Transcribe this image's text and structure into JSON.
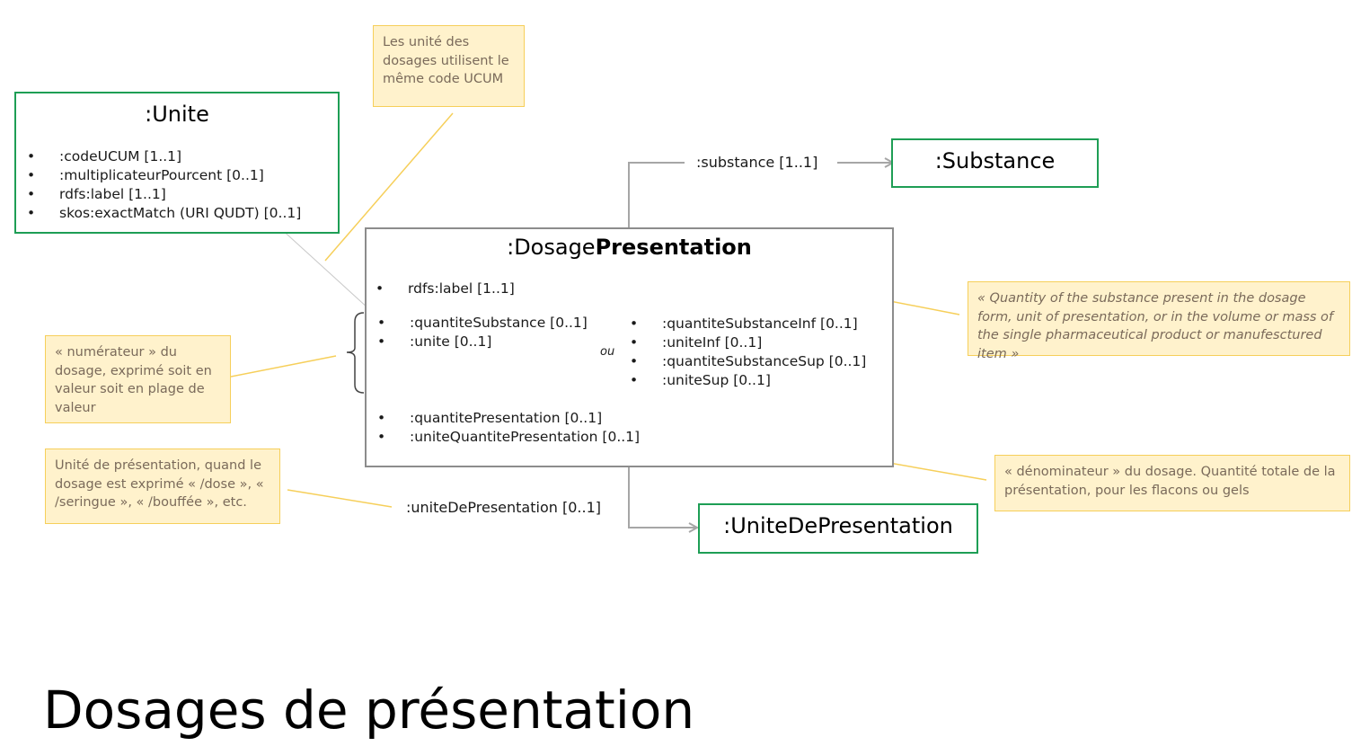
{
  "slide_title": "Dosages de présentation",
  "unite": {
    "title": ":Unite",
    "items": [
      ":codeUCUM [1..1]",
      ":multiplicateurPourcent [0..1]",
      "rdfs:label [1..1]",
      "skos:exactMatch (URI QUDT) [0..1]"
    ]
  },
  "substance": {
    "title": ":Substance"
  },
  "dosage": {
    "title_prefix": ":Dosage",
    "title_bold": "Presentation",
    "label_item": "rdfs:label [1..1]",
    "left_items": [
      ":quantiteSubstance [0..1]",
      ":unite [0..1]"
    ],
    "or_label": "ou",
    "right_items": [
      ":quantiteSubstanceInf [0..1]",
      ":uniteInf [0..1]",
      ":quantiteSubstanceSup [0..1]",
      ":uniteSup [0..1]"
    ],
    "bottom_items": [
      ":quantitePresentation [0..1]",
      ":uniteQuantitePresentation [0..1]"
    ]
  },
  "unite_presentation": {
    "title": ":UniteDePresentation"
  },
  "edges": {
    "substance_label": ":substance [1..1]",
    "unite_presentation_label": ":uniteDePresentation [0..1]"
  },
  "notes": {
    "ucum": "Les unité des dosages utilisent le même code UCUM",
    "numerateur": "« numérateur » du dosage, exprimé soit en valeur soit en plage de valeur",
    "unite_presentation": "Unité de présentation, quand le dosage est exprimé « /dose », « /seringue », « /bouffée », etc.",
    "quantity": "« Quantity of the substance present in the dosage form, unit of presentation, or in the volume or mass of the single pharmaceutical product or manufesctured item »",
    "denominateur": "« dénominateur » du dosage. Quantité totale de la présentation, pour les flacons ou gels"
  },
  "colors": {
    "class_border": "#1e9e55",
    "main_border": "#8c8c8c",
    "note_fill": "#fff2cc",
    "note_border": "#f6cf5a",
    "note_text": "#7a6a5a",
    "arrow": "#a6a6a6",
    "callout_line": "#f6cf5a"
  }
}
